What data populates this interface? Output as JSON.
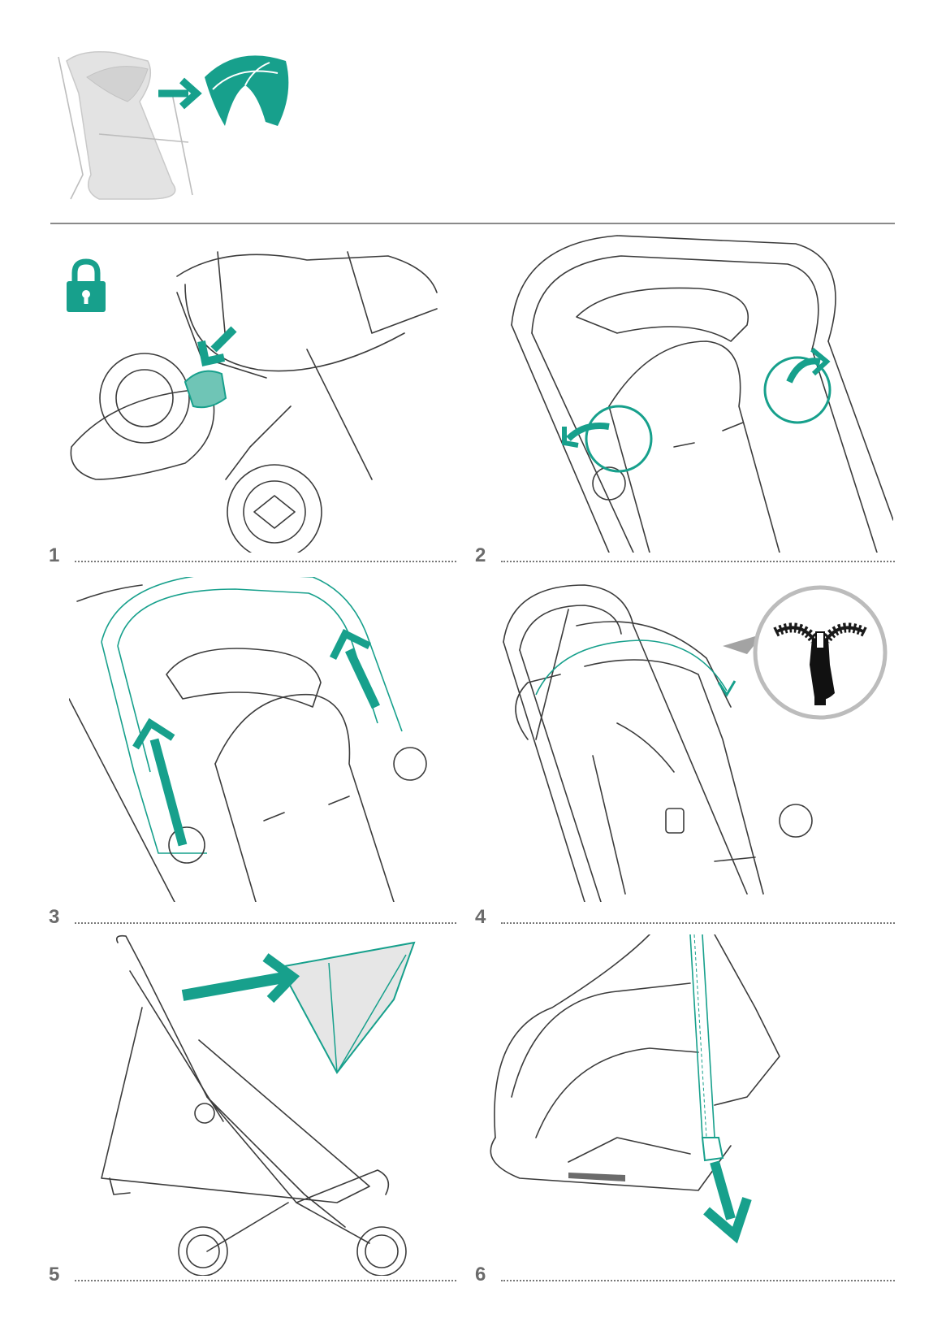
{
  "colors": {
    "accent": "#17a08c",
    "rule": "#8a8a8a",
    "label": "#6b6b6b",
    "line": "#3c3c3c"
  },
  "header": {
    "icons": [
      "stroller-seat-icon",
      "arrow-right-icon",
      "canopy-icon"
    ]
  },
  "steps": [
    {
      "label": "1",
      "icons": [
        "lock-icon",
        "brake-pedal-icon",
        "arrow-down-icon"
      ]
    },
    {
      "label": "2",
      "icons": [
        "rotate-arrow-icon",
        "rotate-arrow-icon"
      ]
    },
    {
      "label": "3",
      "icons": [
        "arrow-up-icon",
        "arrow-up-icon"
      ]
    },
    {
      "label": "4",
      "icons": [
        "zipper-detail-icon"
      ]
    },
    {
      "label": "5",
      "icons": [
        "canopy-icon",
        "arrow-right-icon"
      ]
    },
    {
      "label": "6",
      "icons": [
        "arrow-down-icon"
      ]
    }
  ]
}
